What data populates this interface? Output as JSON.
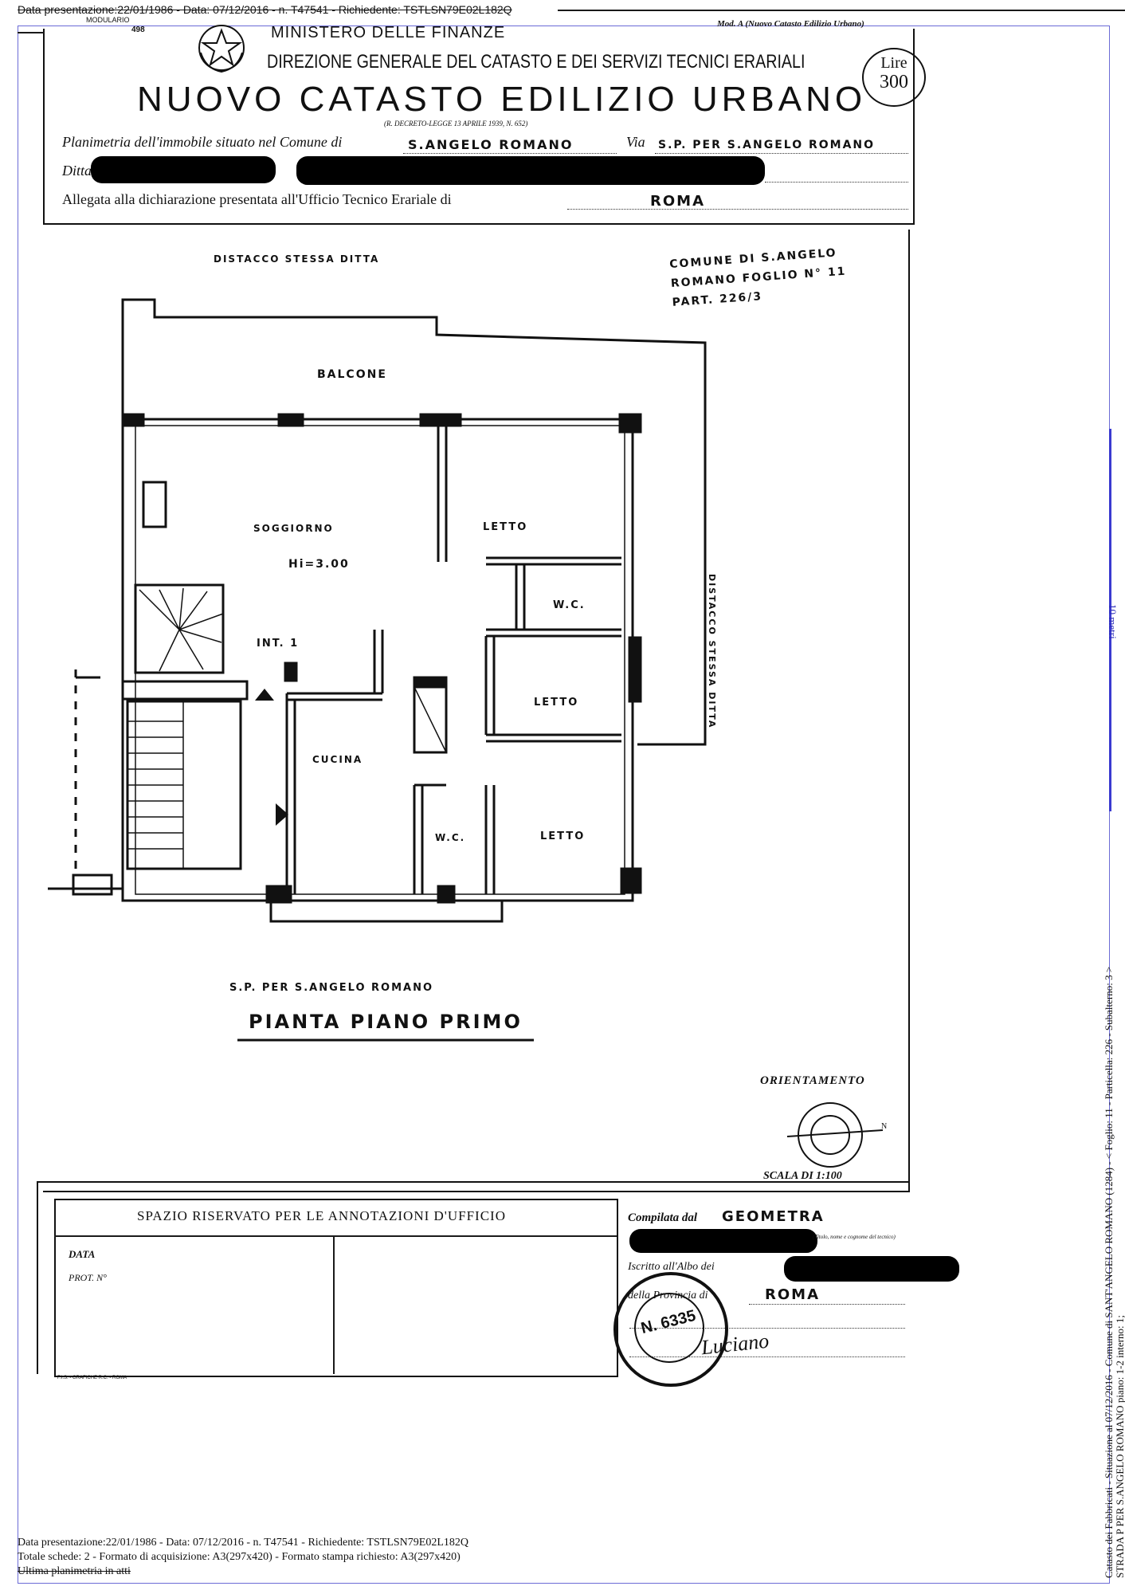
{
  "header_meta": {
    "top_stamp": "Data presentazione:22/01/1986 - Data: 07/12/2016 - n. T47541 - Richiedente: TSTLSN79E02L182Q",
    "modulario": "MODULARIO",
    "modulario_num": "498",
    "mod_a": "Mod. A (Nuovo Catasto Edilizio Urbano)"
  },
  "header": {
    "ministry": "MINISTERO DELLE FINANZE",
    "directorate": "DIREZIONE GENERALE DEL CATASTO E DEI SERVIZI TECNICI ERARIALI",
    "title": "NUOVO CATASTO EDILIZIO URBANO",
    "decree": "(R. DECRETO-LEGGE 13 APRILE 1939, N. 652)",
    "lire_label": "Lire",
    "lire_value": "300"
  },
  "form": {
    "planimetria_label": "Planimetria dell'immobile situato nel Comune di",
    "comune_value": "S.ANGELO ROMANO",
    "via_label": "Via",
    "via_value": "S.P. PER S.ANGELO ROMANO",
    "ditta_label": "Ditta",
    "allegata_label": "Allegata alla dichiarazione presentata all'Ufficio Tecnico Erariale di",
    "ufficio_value": "ROMA"
  },
  "plan": {
    "distacco_top": "DISTACCO STESSA DITTA",
    "comune_note": [
      "COMUNE DI S.ANGELO",
      "ROMANO FOGLIO N° 11",
      "PART. 226/3"
    ],
    "balcone": "BALCONE",
    "soggiorno": "SOGGIORNO",
    "height": "Hi=3.00",
    "letto_1": "LETTO",
    "wc_1": "W.C.",
    "int": "INT. 1",
    "letto_2": "LETTO",
    "cucina": "CUCINA",
    "wc_2": "W.C.",
    "letto_3": "LETTO",
    "distacco_right": "DISTACCO STESSA DITTA",
    "road": "S.P. PER S.ANGELO ROMANO",
    "plan_title": "PIANTA PIANO PRIMO",
    "orientamento": "ORIENTAMENTO",
    "north": "N",
    "scala": "SCALA DI 1:100"
  },
  "office": {
    "reserved": "SPAZIO RISERVATO PER LE ANNOTAZIONI D'UFFICIO",
    "data": "DATA",
    "prot": "PROT. N°",
    "compilata_label": "Compilata dal",
    "compilata_value": "GEOMETRA",
    "nome_hint": "(Titolo, nome e cognome del tecnico)",
    "iscritto_label": "Iscritto all'Albo dei",
    "provincia_label": "della Provincia di",
    "provincia_value": "ROMA",
    "stamp_number": "N. 6335",
    "signature": "Luciano",
    "printer": "F.I.S. - GRAFICHE R.C. - ROMA"
  },
  "side": {
    "scale_label": "10 metri",
    "vertical_line1": "Catasto dei Fabbricati - Situazione al 07/12/2016 - Comune di SANT'ANGELO ROMANO (1284) - < Foglio: 11 - Particella: 226 - Subalterno: 3 >",
    "vertical_line2": "STRADA P PER S.ANGELO ROMANO piano: 1-2 interno: 1;"
  },
  "footer": {
    "line1": "Data presentazione:22/01/1986 - Data: 07/12/2016 - n. T47541 - Richiedente: TSTLSN79E02L182Q",
    "line2": "Totale schede: 2 - Formato di acquisizione: A3(297x420)  - Formato stampa richiesto: A3(297x420)",
    "line3": "Ultima planimetria in atti"
  }
}
